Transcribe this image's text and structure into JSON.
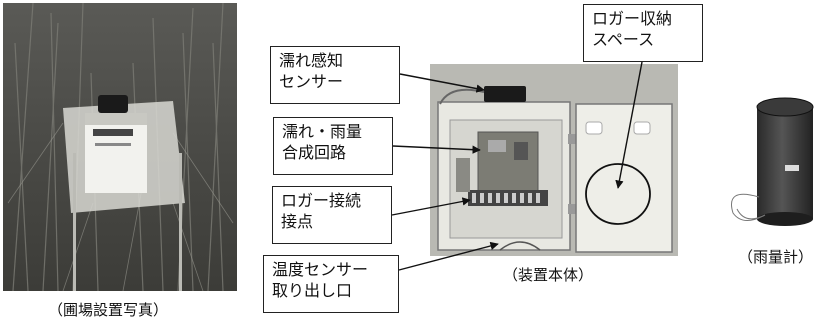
{
  "captions": {
    "field_photo": "（圃場設置写真）",
    "device_body": "（装置本体）",
    "rain_gauge": "（雨量計）"
  },
  "labels": {
    "wet_sensor": [
      "濡れ感知",
      "センサー"
    ],
    "wet_rain_circuit": [
      "濡れ・雨量",
      "合成回路"
    ],
    "logger_contact": [
      "ロガー接続",
      "接点"
    ],
    "temp_sensor_outlet": [
      "温度センサー",
      "取り出し口"
    ],
    "logger_storage": [
      "ロガー収納",
      "スペース"
    ]
  }
}
